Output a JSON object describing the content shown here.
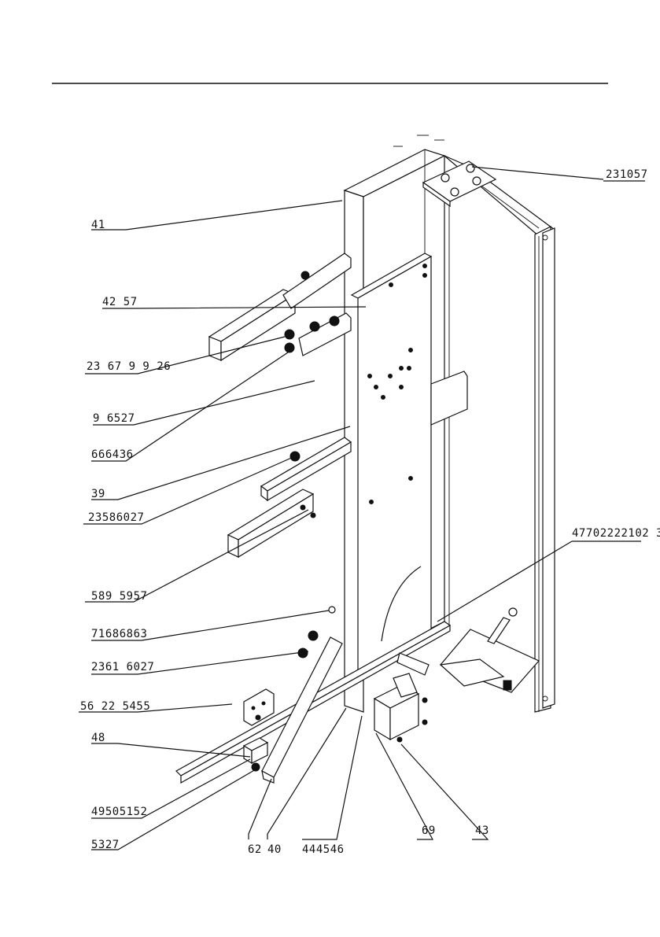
{
  "diagram": {
    "labels": {
      "l_41": "41",
      "l_42_57": "42 57",
      "l_23_67": "23 67 9 9 26",
      "l_96527": "9 6527",
      "l_666436": "666436",
      "l_39": "39",
      "l_2358": "23586027",
      "l_5895957": "589 5957",
      "l_716868": "71686863",
      "l_2361": "2361 6027",
      "l_5622": "56 22  5455",
      "l_48": "48",
      "l_4950": "49505152",
      "l_5327": "5327",
      "l_62": "62",
      "l_40": "40",
      "l_444546": "444546",
      "l_69": "69",
      "l_43": "43",
      "l_231057": "231057",
      "l_4770": "47702222102 3"
    }
  }
}
